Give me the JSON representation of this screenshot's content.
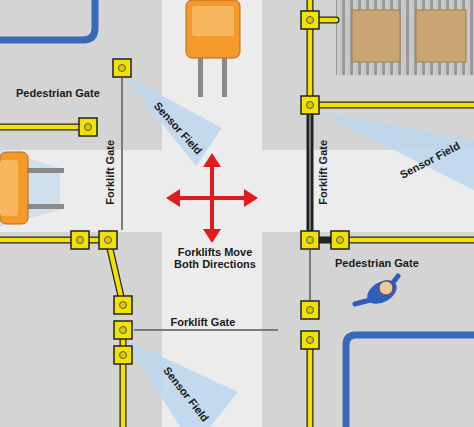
{
  "diagram": {
    "labels": [
      "Pedestrian Gate",
      "Sensor Field",
      "Forklift Gate",
      "Forklift Gate",
      "Sensor Field",
      "Forklifts Move Both Directions",
      "Pedestrian Gate",
      "Forklift Gate",
      "Sensor Field"
    ]
  }
}
